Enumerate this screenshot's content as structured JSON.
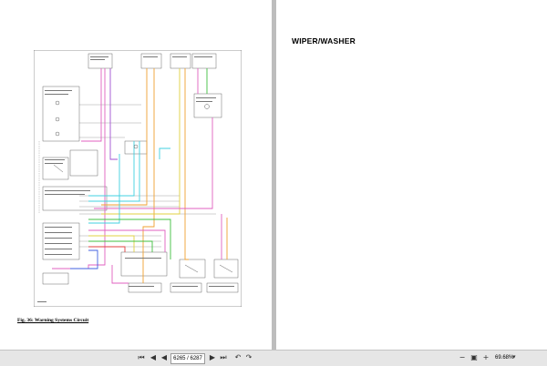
{
  "pages": {
    "left": {
      "caption": "Fig. 36: Warning Systems Circuit"
    },
    "right": {
      "heading": "WIPER/WASHER"
    }
  },
  "toolbar": {
    "page_indicator": "6265 / 6287",
    "zoom": "69.68%",
    "icons": [
      "first-page-icon",
      "prev-page-icon",
      "next-page-icon",
      "last-page-icon",
      "back-icon",
      "forward-icon",
      "zoom-out-icon",
      "zoom-in-icon",
      "zoom-dropdown-icon"
    ]
  },
  "colors": {
    "wire_pink": "#e060c0",
    "wire_orange": "#f0a030",
    "wire_cyan": "#40d0e0",
    "wire_green": "#40c040",
    "wire_yellow": "#e0d040",
    "wire_purple": "#a050d0",
    "wire_red": "#e04040",
    "wire_blue": "#4060e0"
  }
}
